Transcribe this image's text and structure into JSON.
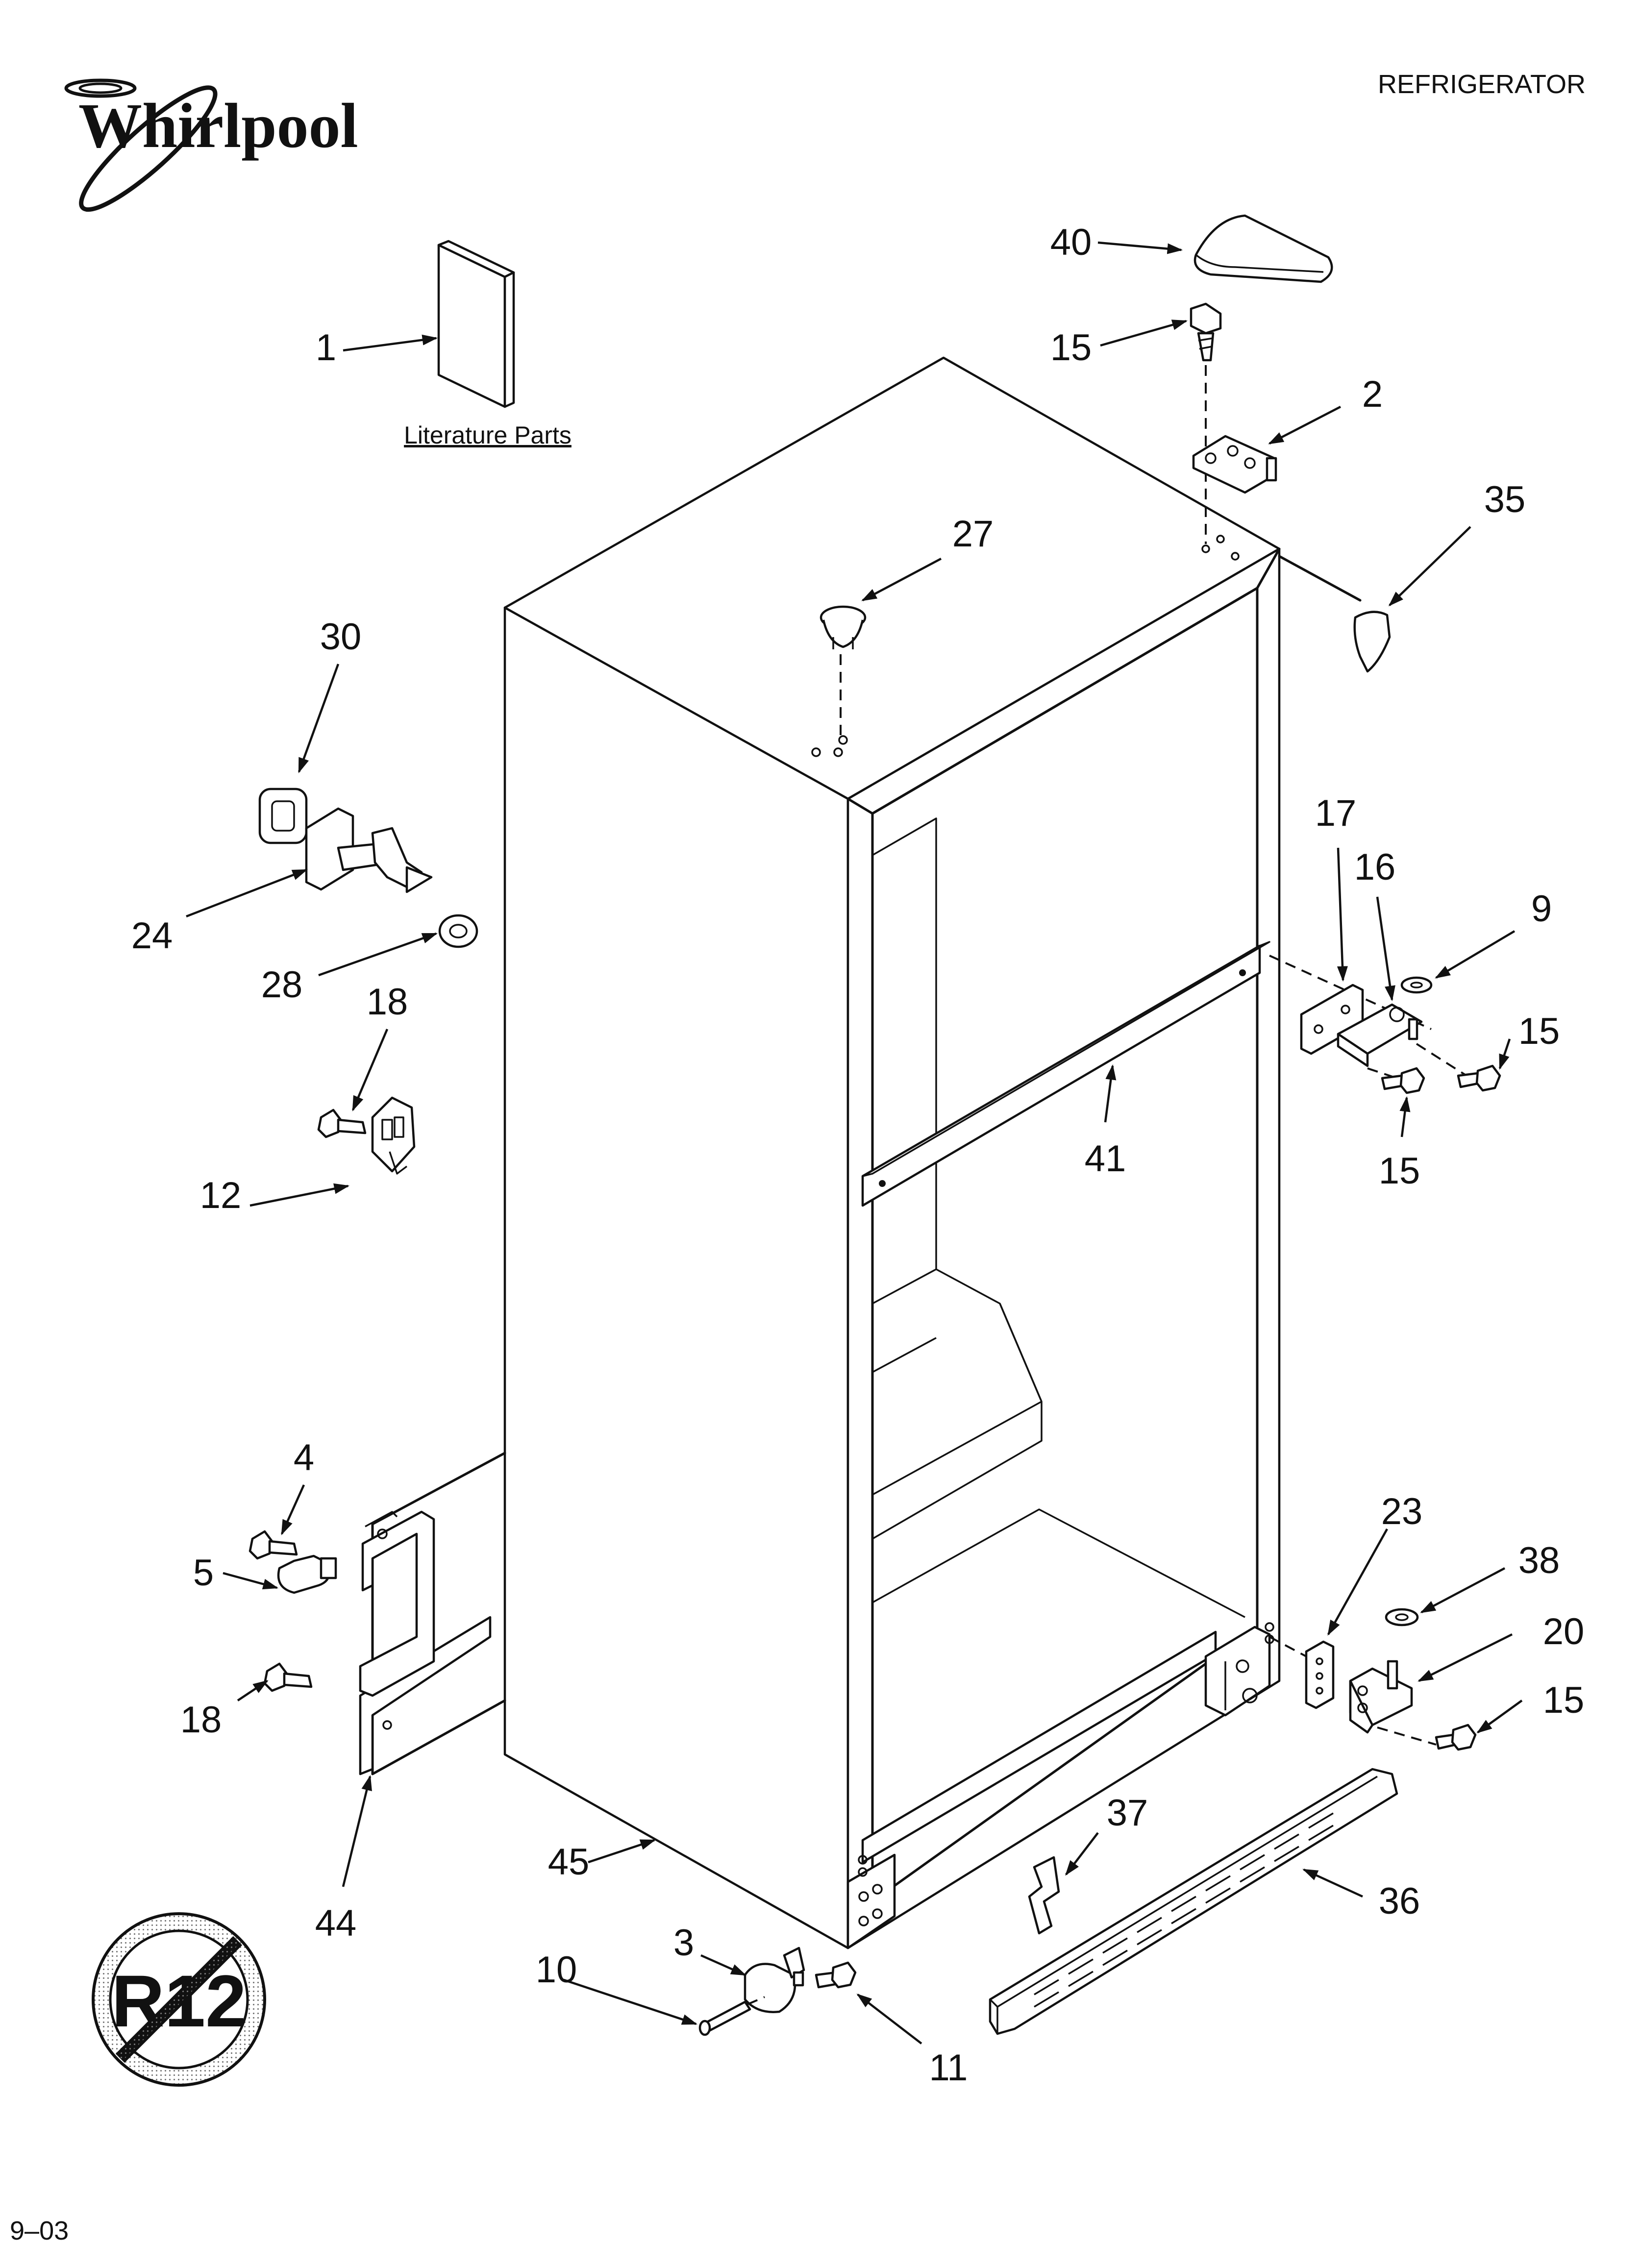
{
  "header": {
    "brand": "Whirlpool",
    "category": "REFRIGERATOR"
  },
  "literature": {
    "label": "Literature Parts"
  },
  "callouts": [
    {
      "id": "c1",
      "num": "1"
    },
    {
      "id": "c40",
      "num": "40"
    },
    {
      "id": "c15a",
      "num": "15"
    },
    {
      "id": "c2",
      "num": "2"
    },
    {
      "id": "c35",
      "num": "35"
    },
    {
      "id": "c27",
      "num": "27"
    },
    {
      "id": "c30",
      "num": "30"
    },
    {
      "id": "c24",
      "num": "24"
    },
    {
      "id": "c28",
      "num": "28"
    },
    {
      "id": "c18a",
      "num": "18"
    },
    {
      "id": "c12",
      "num": "12"
    },
    {
      "id": "c17",
      "num": "17"
    },
    {
      "id": "c16",
      "num": "16"
    },
    {
      "id": "c9",
      "num": "9"
    },
    {
      "id": "c15b",
      "num": "15"
    },
    {
      "id": "c15c",
      "num": "15"
    },
    {
      "id": "c41",
      "num": "41"
    },
    {
      "id": "c4",
      "num": "4"
    },
    {
      "id": "c5",
      "num": "5"
    },
    {
      "id": "c18b",
      "num": "18"
    },
    {
      "id": "c44",
      "num": "44"
    },
    {
      "id": "c45",
      "num": "45"
    },
    {
      "id": "c23",
      "num": "23"
    },
    {
      "id": "c38",
      "num": "38"
    },
    {
      "id": "c20",
      "num": "20"
    },
    {
      "id": "c15d",
      "num": "15"
    },
    {
      "id": "c37",
      "num": "37"
    },
    {
      "id": "c36",
      "num": "36"
    },
    {
      "id": "c3",
      "num": "3"
    },
    {
      "id": "c10",
      "num": "10"
    },
    {
      "id": "c11",
      "num": "11"
    }
  ],
  "stamp": {
    "label": "R12"
  },
  "footer": {
    "date_code": "9–03"
  }
}
